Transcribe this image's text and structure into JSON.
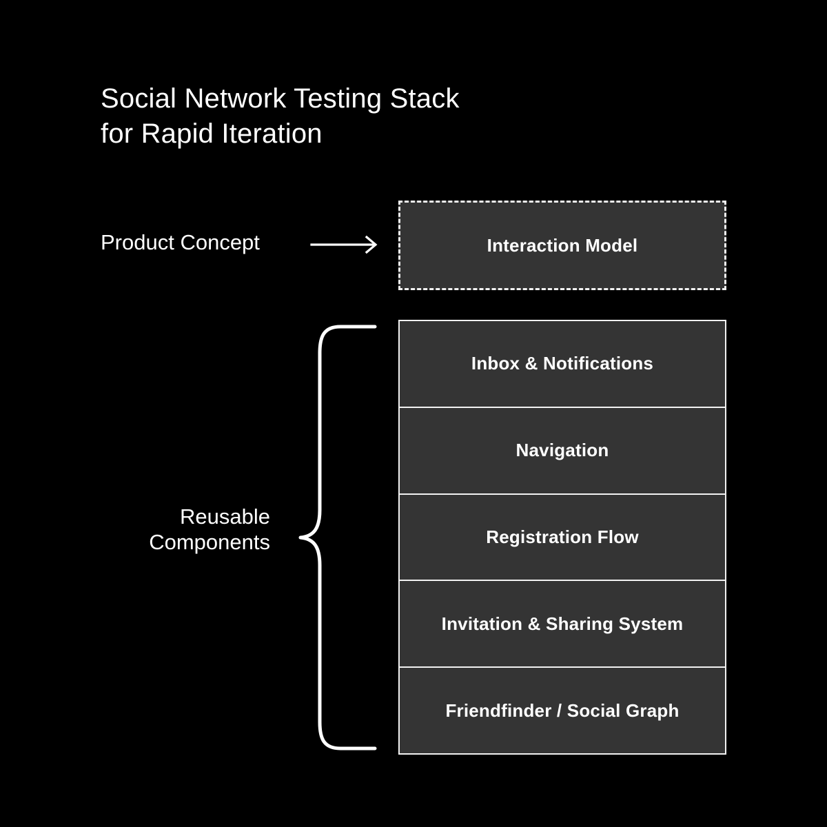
{
  "title": "Social Network Testing Stack\nfor Rapid Iteration",
  "colors": {
    "background": "#000000",
    "box_fill": "#343434",
    "stroke": "#f2f2f2",
    "text": "#ffffff"
  },
  "annotations": {
    "concept_label": "Product Concept",
    "concept_arrow_icon": "arrow-right-icon",
    "reusable_label": "Reusable\nComponents",
    "brace_icon": "curly-brace-icon"
  },
  "concept_box": {
    "label": "Interaction Model",
    "border_style": "dashed"
  },
  "component_stack": {
    "rows": [
      {
        "label": "Inbox & Notifications"
      },
      {
        "label": "Navigation"
      },
      {
        "label": "Registration Flow"
      },
      {
        "label": "Invitation & Sharing System"
      },
      {
        "label": "Friendfinder / Social Graph"
      }
    ]
  }
}
